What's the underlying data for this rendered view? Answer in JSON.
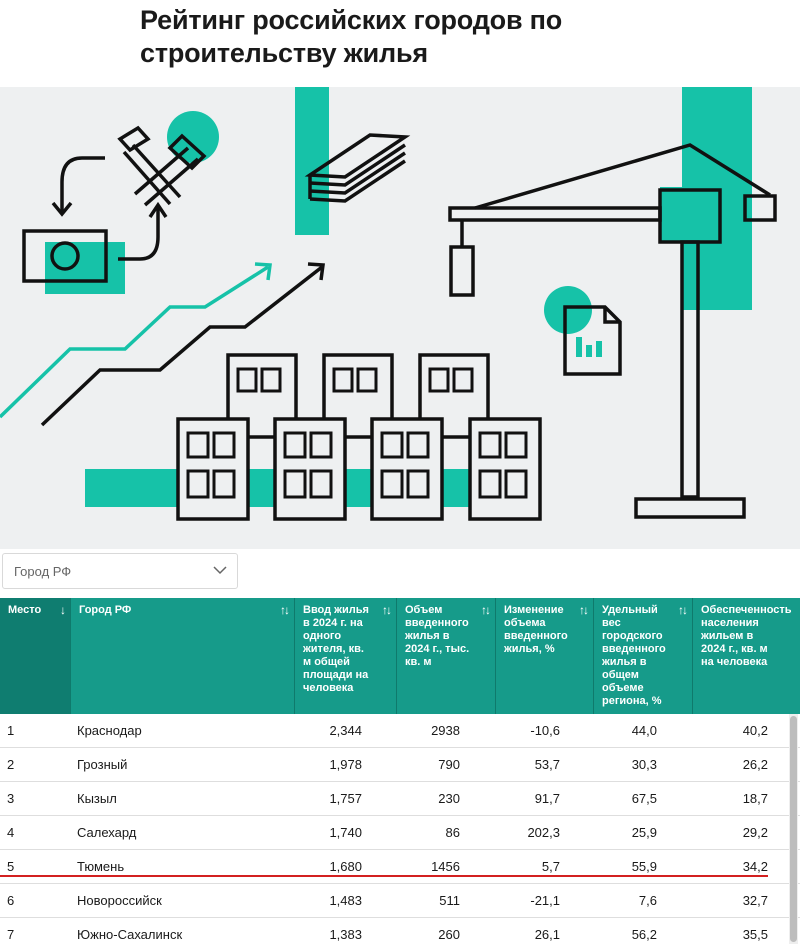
{
  "title": "Рейтинг российских городов по строительству жилья",
  "colors": {
    "accent": "#16c2a8",
    "header_bg": "#169b8a",
    "header_first": "#0f7d70",
    "highlight_line": "#d32020",
    "illustration_bg": "#eef0f1"
  },
  "filter": {
    "label": "Город РФ",
    "icon": "chevron-down-icon"
  },
  "table": {
    "columns": [
      {
        "label": "Место",
        "sort_icon": "↓"
      },
      {
        "label": "Город РФ",
        "sort_icon": "↑↓"
      },
      {
        "label": "Ввод жилья в 2024 г. на одного жителя, кв. м общей площади на человека",
        "sort_icon": "↑↓"
      },
      {
        "label": "Объем введенного жилья в 2024 г., тыс. кв. м",
        "sort_icon": "↑↓"
      },
      {
        "label": "Изменение объема введенного жилья, %",
        "sort_icon": "↑↓"
      },
      {
        "label": "Удельный вес городского введенного жилья в общем объеме региона, %",
        "sort_icon": "↑↓"
      },
      {
        "label": "Обеспеченность населения жильем в 2024 г., кв. м на человека",
        "sort_icon": ""
      }
    ],
    "rows": [
      {
        "rank": "1",
        "city": "Краснодар",
        "per_capita": "2,344",
        "volume": "2938",
        "change": "-10,6",
        "share": "44,0",
        "provision": "40,2"
      },
      {
        "rank": "2",
        "city": "Грозный",
        "per_capita": "1,978",
        "volume": "790",
        "change": "53,7",
        "share": "30,3",
        "provision": "26,2"
      },
      {
        "rank": "3",
        "city": "Кызыл",
        "per_capita": "1,757",
        "volume": "230",
        "change": "91,7",
        "share": "67,5",
        "provision": "18,7"
      },
      {
        "rank": "4",
        "city": "Салехард",
        "per_capita": "1,740",
        "volume": "86",
        "change": "202,3",
        "share": "25,9",
        "provision": "29,2"
      },
      {
        "rank": "5",
        "city": "Тюмень",
        "per_capita": "1,680",
        "volume": "1456",
        "change": "5,7",
        "share": "55,9",
        "provision": "34,2"
      },
      {
        "rank": "6",
        "city": "Новороссийск",
        "per_capita": "1,483",
        "volume": "511",
        "change": "-21,1",
        "share": "7,6",
        "provision": "32,7"
      },
      {
        "rank": "7",
        "city": "Южно-Сахалинск",
        "per_capita": "1,383",
        "volume": "260",
        "change": "26,1",
        "share": "56,2",
        "provision": "35,5"
      }
    ],
    "highlighted_row": "5"
  }
}
